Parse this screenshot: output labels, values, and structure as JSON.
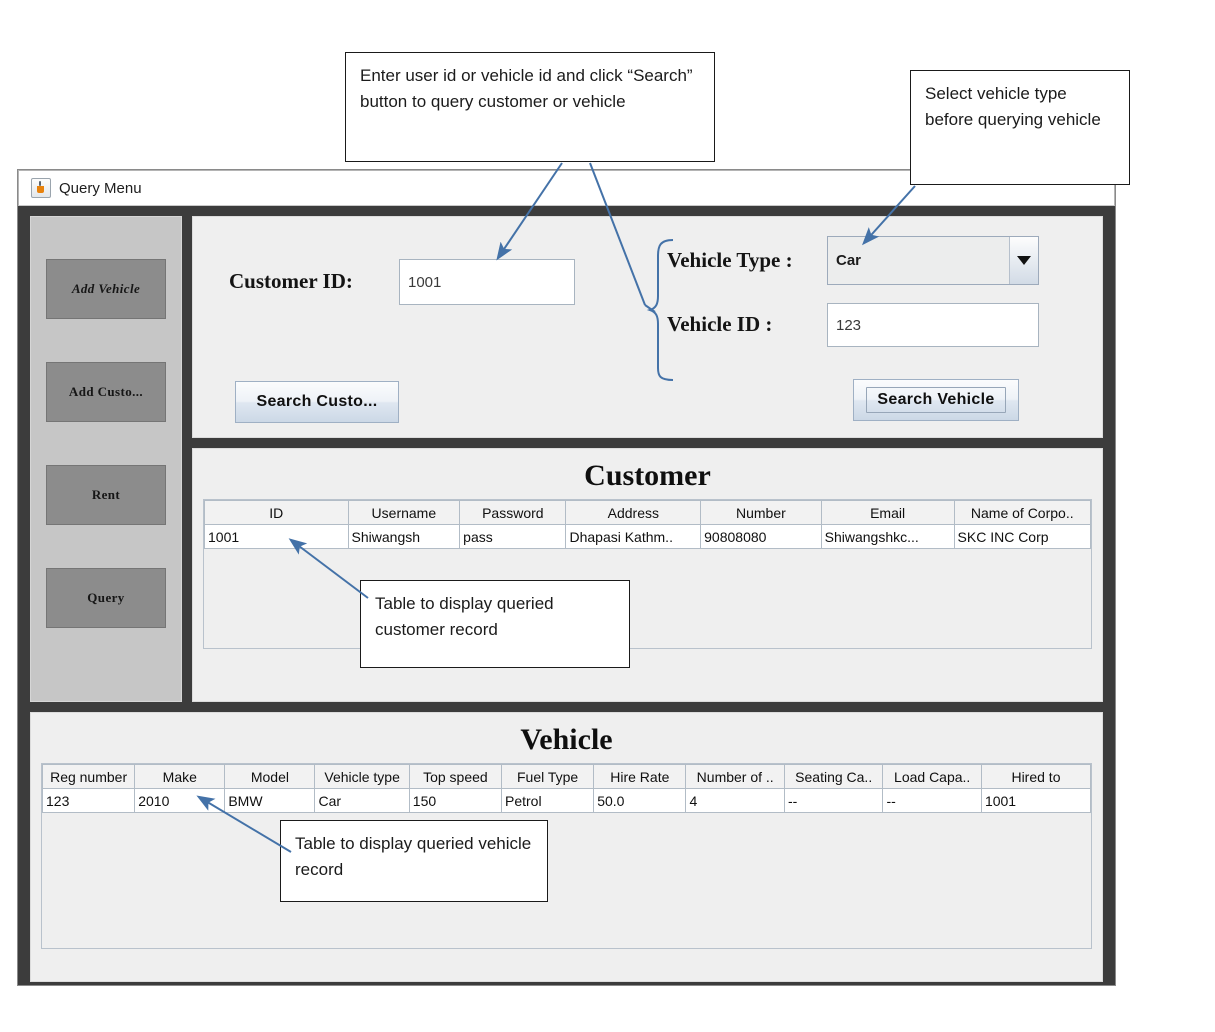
{
  "window": {
    "title": "Query Menu",
    "icon": "java-coffee-cup-icon"
  },
  "sidebar": {
    "items": [
      {
        "label": "Add Vehicle",
        "name": "add-vehicle"
      },
      {
        "label": "Add Custo...",
        "name": "add-customer"
      },
      {
        "label": "Rent",
        "name": "rent"
      },
      {
        "label": "Query",
        "name": "query"
      }
    ]
  },
  "query_form": {
    "customer_id_label": "Customer ID:",
    "customer_id_value": "1001",
    "vehicle_type_label": "Vehicle Type :",
    "vehicle_type_value": "Car",
    "vehicle_id_label": "Vehicle ID :",
    "vehicle_id_value": "123",
    "search_customer_label": "Search Custo...",
    "search_vehicle_label": "Search Vehicle",
    "dropdown_icon": "chevron-down-icon"
  },
  "customer_section": {
    "title": "Customer",
    "columns": [
      "ID",
      "Username",
      "Password",
      "Address",
      "Number",
      "Email",
      "Name of Corpo.."
    ],
    "rows": [
      [
        "1001",
        "Shiwangsh",
        "pass",
        "Dhapasi Kathm..",
        "90808080",
        "Shiwangshkc...",
        "SKC INC Corp"
      ]
    ]
  },
  "vehicle_section": {
    "title": "Vehicle",
    "columns": [
      "Reg number",
      "Make",
      "Model",
      "Vehicle type",
      "Top speed",
      "Fuel Type",
      "Hire Rate",
      "Number of ..",
      "Seating Ca..",
      "Load Capa..",
      "Hired to"
    ],
    "rows": [
      [
        "123",
        "2010",
        "BMW",
        "Car",
        "150",
        "Petrol",
        "50.0",
        "4",
        "--",
        "--",
        "1001"
      ]
    ]
  },
  "annotations": {
    "search_note": "Enter user id or vehicle id and click “Search” button to query customer or vehicle",
    "vehicle_type_note": "Select vehicle type before querying vehicle",
    "customer_table_note": "Table to display queried customer record",
    "vehicle_table_note": "Table to display queried vehicle record"
  },
  "colors": {
    "annotation_line": "#4472a8",
    "window_chrome": "#3c3c3c",
    "sidebar_bg": "#c6c6c6",
    "sidebar_button": "#8c8c8c",
    "panel_bg": "#efefef"
  }
}
